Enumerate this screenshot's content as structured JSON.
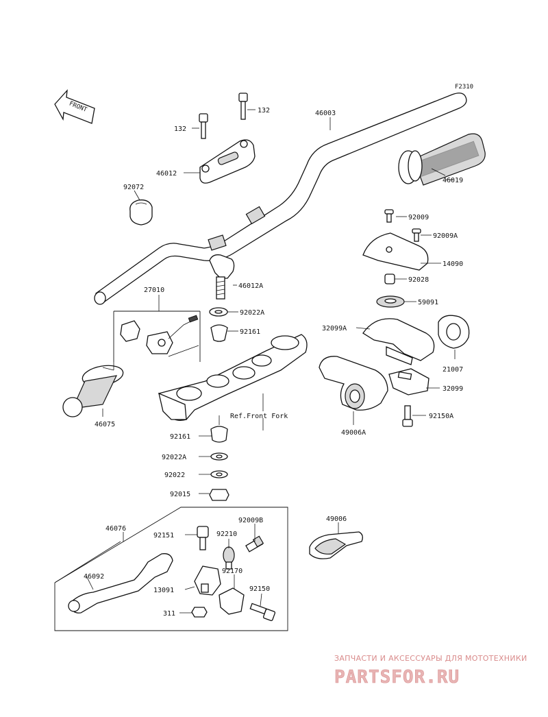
{
  "diagram_code": "F2310",
  "front_label": "FRONT",
  "reference_label": "Ref.Front Fork",
  "watermark": {
    "tagline": "ЗАПЧАСТИ И АКСЕССУАРЫ ДЛЯ МОТОТЕХНИКИ",
    "logo_text": "PARTSFOR.RU"
  },
  "parts": {
    "p132a": "132",
    "p132b": "132",
    "p46003": "46003",
    "p46012": "46012",
    "p92072": "92072",
    "p46019": "46019",
    "p92009": "92009",
    "p92009A": "92009A",
    "p14090": "14090",
    "p92028": "92028",
    "p59091": "59091",
    "p46012A": "46012A",
    "p27010": "27010",
    "p92022A_top": "92022A",
    "p92161_top": "92161",
    "p32099A": "32099A",
    "p21007": "21007",
    "p32099": "32099",
    "p46075": "46075",
    "p92150A": "92150A",
    "p92161_bot": "92161",
    "p49006A": "49006A",
    "p92022A_bot": "92022A",
    "p92022": "92022",
    "p92015": "92015",
    "p46076": "46076",
    "p92009B": "92009B",
    "p49006": "49006",
    "p92151": "92151",
    "p92210": "92210",
    "p46092": "46092",
    "p92170": "92170",
    "p13091": "13091",
    "p92150": "92150",
    "p311": "311"
  }
}
